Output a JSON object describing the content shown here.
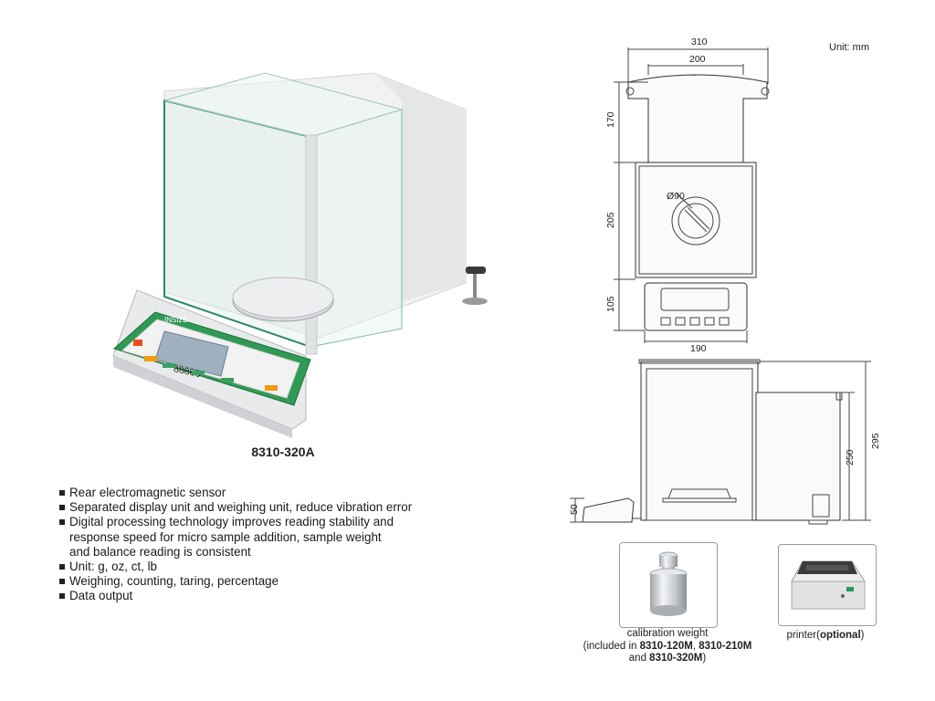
{
  "product": {
    "model": "8310-320A",
    "brand_mark": "INSIZE",
    "display_reading": "88888"
  },
  "features": [
    "Rear electromagnetic sensor",
    "Separated display unit and weighing unit, reduce vibration error",
    "Digital processing technology improves reading stability and",
    "response speed for micro sample addition, sample weight",
    "and balance reading is consistent",
    "Unit: g, oz, ct, lb",
    "Weighing, counting, taring, percentage",
    "Data output"
  ],
  "drawing": {
    "unit_label": "Unit: mm",
    "dims": {
      "overall_width": "310",
      "hood_width": "200",
      "hood_depth": "170",
      "chamber_depth": "205",
      "display_depth": "105",
      "display_width": "190",
      "pan_diameter": "Ø90",
      "total_height": "295",
      "chamber_height": "250",
      "display_height": "50"
    }
  },
  "accessories": {
    "weight_line1": "calibration weight",
    "weight_line2_pre": "(included in ",
    "weight_model1": "8310-120M",
    "weight_sep": ", ",
    "weight_model2": "8310-210M",
    "weight_line3_pre": "and ",
    "weight_model3": "8310-320M",
    "weight_line3_post": ")",
    "printer_pre": "printer(",
    "printer_bold": "optional",
    "printer_post": ")"
  }
}
